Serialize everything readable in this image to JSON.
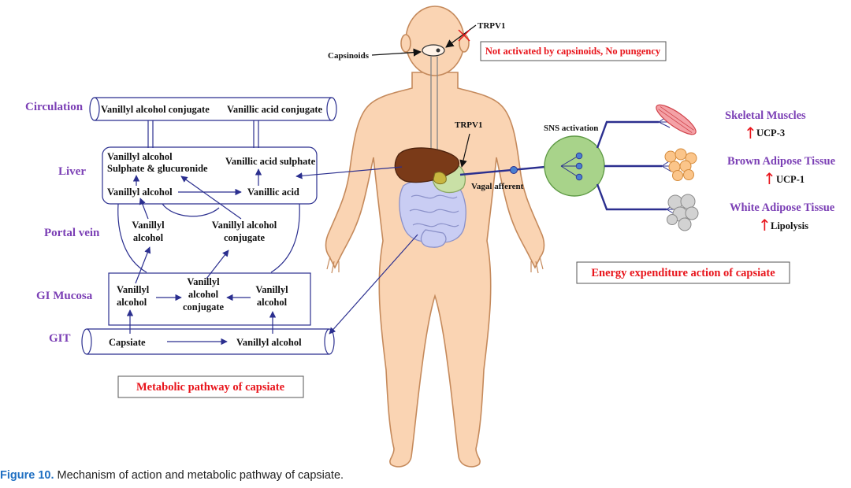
{
  "colors": {
    "accent_purple": "#7b3fb5",
    "arrow_navy": "#2b2f8f",
    "highlight_red": "#e8141b",
    "skin": "#fad4b3",
    "skin_outline": "#c58a5c",
    "sns_green": "#a8d38a",
    "caption_blue": "#1f6fc2"
  },
  "top": {
    "trpv1_label": "TRPV1",
    "capsinoids_label": "Capsinoids",
    "not_activated_note": "Not activated by capsinoids, No pungency"
  },
  "pathway": {
    "sections": {
      "circulation": "Circulation",
      "liver": "Liver",
      "portal_vein": "Portal vein",
      "gi_mucosa": "GI Mucosa",
      "git": "GIT"
    },
    "circulation": {
      "left": "Vanillyl alcohol conjugate",
      "right": "Vanillic acid conjugate"
    },
    "liver": {
      "sulphate_line1": "Vanillyl alcohol",
      "sulphate_line2": "Sulphate & glucuronide",
      "vanillic_sulphate": "Vanillic acid sulphate",
      "vanillyl_alcohol": "Vanillyl alcohol",
      "vanillic_acid": "Vanillic acid"
    },
    "portal": {
      "alcohol_line1": "Vanillyl",
      "alcohol_line2": "alcohol",
      "conjugate_line1": "Vanillyl alcohol",
      "conjugate_line2": "conjugate"
    },
    "mucosa": {
      "left_line1": "Vanillyl",
      "left_line2": "alcohol",
      "mid_line1": "Vanillyl",
      "mid_line2": "alcohol",
      "mid_line3": "conjugate",
      "right_line1": "Vanillyl",
      "right_line2": "alcohol"
    },
    "git": {
      "capsiate": "Capsiate",
      "vanillyl_alcohol": "Vanillyl alcohol"
    },
    "box_label": "Metabolic pathway of capsiate"
  },
  "body": {
    "trpv1_label": "TRPV1",
    "vagal_label": "Vagal afferent"
  },
  "energy": {
    "sns_label": "SNS activation",
    "tissues": [
      {
        "name": "Skeletal Muscles",
        "marker": "UCP-3"
      },
      {
        "name": "Brown Adipose Tissue",
        "marker": "UCP-1"
      },
      {
        "name": "White Adipose Tissue",
        "marker": "Lipolysis"
      }
    ],
    "up_symbol": "↑",
    "box_label": "Energy expenditure action of capsiate"
  },
  "caption": {
    "figure_label": "Figure 10.",
    "text": " Mechanism of action and metabolic pathway of capsiate."
  }
}
